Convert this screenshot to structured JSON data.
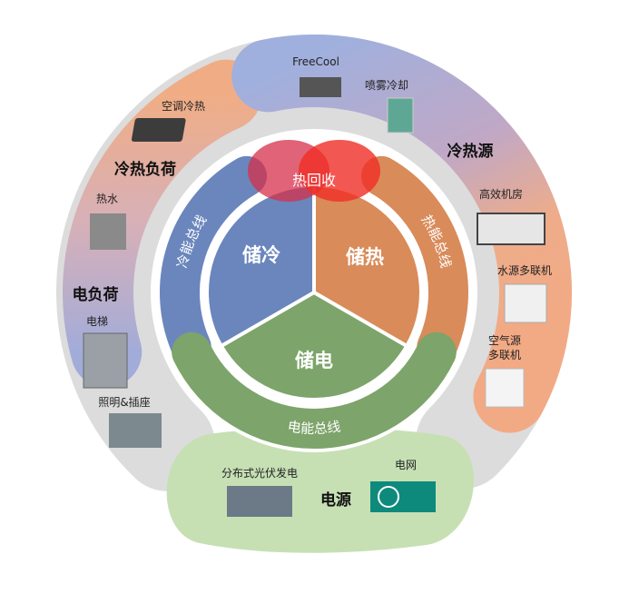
{
  "core": {
    "cold_storage": "储冷",
    "heat_storage": "储热",
    "power_storage": "储电",
    "heat_recovery": "热回收"
  },
  "buses": {
    "cold": "冷能总线",
    "heat": "热能总线",
    "power": "电能总线"
  },
  "groups": {
    "cold_heat_load": {
      "title": "冷热负荷",
      "items": [
        "空调冷热",
        "热水"
      ]
    },
    "power_load": {
      "title": "电负荷",
      "items": [
        "电梯",
        "照明&插座"
      ]
    },
    "cold_heat_source": {
      "title": "冷热源",
      "items": [
        "FreeCool",
        "喷雾冷却",
        "高效机房",
        "水源多联机",
        "空气源",
        "多联机"
      ]
    },
    "power_source": {
      "title": "电源",
      "items": [
        "分布式光伏发电",
        "电网"
      ]
    }
  },
  "colors": {
    "cold": "#6a86bd",
    "heat": "#d98b5a",
    "power": "#7da46a",
    "recovery": "#e8383d",
    "ring": "#dcdcdc",
    "source_green": "#c6e0b4"
  }
}
